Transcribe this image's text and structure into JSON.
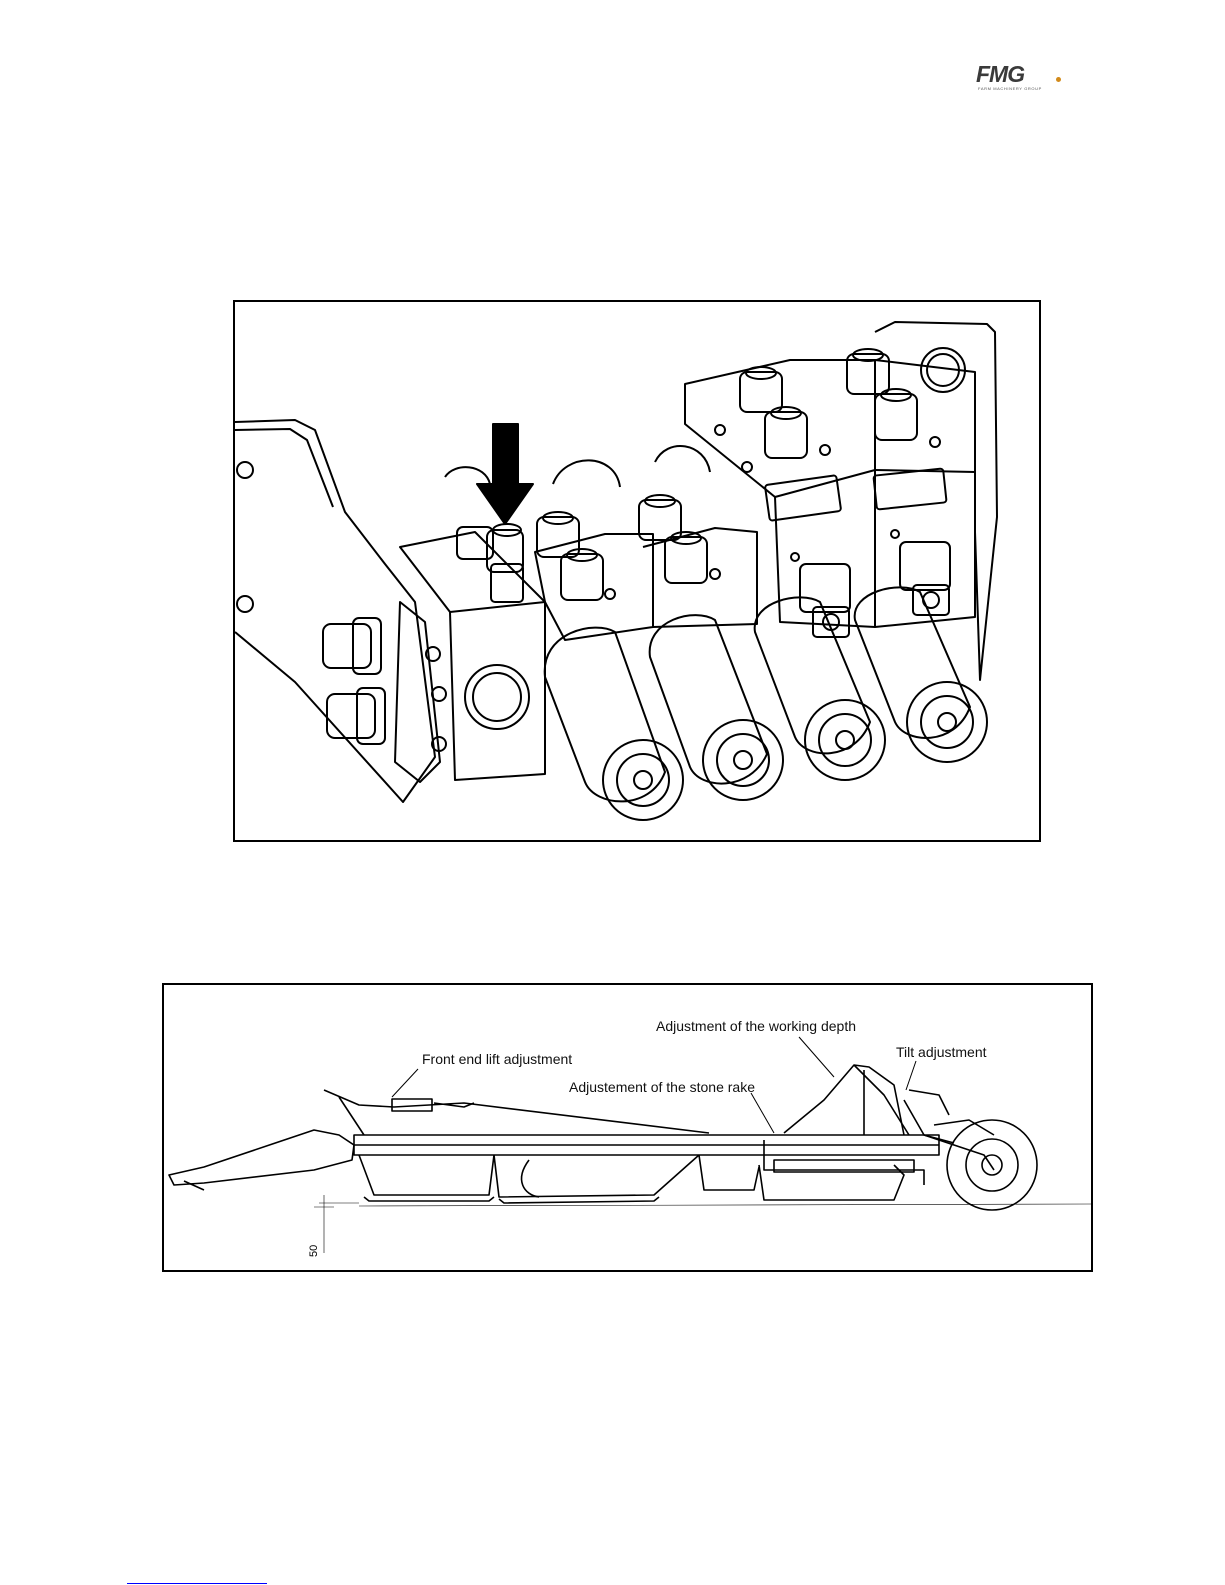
{
  "header": {
    "logo_text": "FMG",
    "logo_subtext": "FARM MACHINERY GROUP",
    "logo_accent_color": "#d28a1a"
  },
  "figure1": {
    "icon": "hydraulic-valve-block-drawing",
    "pointer_icon": "down-arrow-icon"
  },
  "figure2": {
    "icon": "stone-rake-machine-drawing",
    "callouts": {
      "front_end_lift": "Front end lift adjustment",
      "working_depth": "Adjustment of the working depth",
      "tilt": "Tilt adjustment",
      "stone_rake": "Adjustement of the stone rake"
    },
    "dimension_value": "50"
  }
}
